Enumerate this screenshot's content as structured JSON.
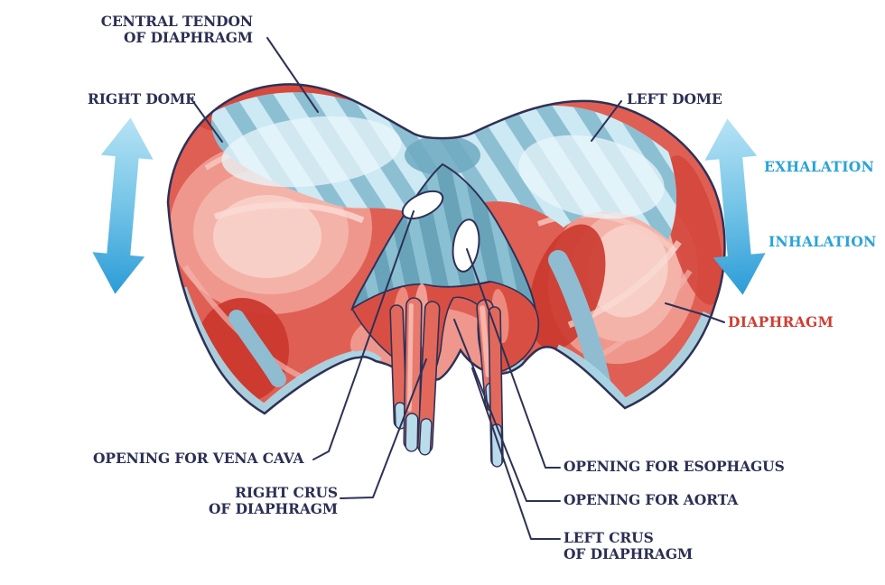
{
  "figure": {
    "subject": "Diaphragm anatomy scheme with breathing movement arrows"
  },
  "labels": {
    "central_tendon": {
      "line1": "CENTRAL TENDON",
      "line2": "OF DIAPHRAGM"
    },
    "right_dome": "RIGHT DOME",
    "left_dome": "LEFT DOME",
    "exhalation": "EXHALATION",
    "inhalation": "INHALATION",
    "diaphragm": "DIAPHRAGM",
    "vena_cava": "OPENING FOR VENA CAVA",
    "right_crus": {
      "line1": "RIGHT CRUS",
      "line2": "OF DIAPHRAGM"
    },
    "esophagus": "OPENING FOR ESOPHAGUS",
    "aorta": "OPENING FOR AORTA",
    "left_crus": {
      "line1": "LEFT CRUS",
      "line2": "OF DIAPHRAGM"
    }
  },
  "icons": {
    "left_breathing_arrow": "double-headed vertical arrow",
    "right_breathing_arrow": "double-headed vertical arrow"
  },
  "colors": {
    "outline_navy": "#2e3156",
    "label_navy": "#2b2f55",
    "label_cyan": "#29a3d9",
    "label_red": "#d13c30",
    "muscle_red": "#df5f54",
    "muscle_dark_red": "#cb382e",
    "muscle_pink": "#f4b3a9",
    "tendon_blue_light": "#cde9f3",
    "tendon_blue_steel": "#7db4cb",
    "tendon_teal": "#68a3ba",
    "rim_blue": "#a9d5e5",
    "arrow_blue_top": "#b7e3f5",
    "arrow_blue_bottom": "#2b9cd7",
    "background": "#ffffff"
  }
}
